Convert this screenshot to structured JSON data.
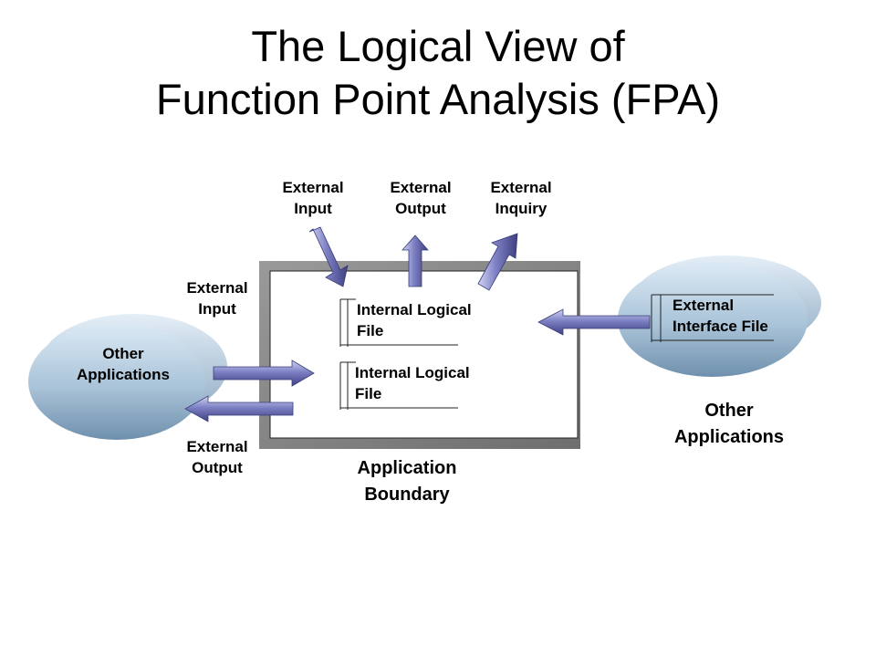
{
  "title": {
    "line1": "The Logical View of",
    "line2": "Function Point Analysis (FPA)"
  },
  "top_labels": {
    "external_input": [
      "External",
      "Input"
    ],
    "external_output": [
      "External",
      "Output"
    ],
    "external_inquiry": [
      "External",
      "Inquiry"
    ]
  },
  "left_labels": {
    "external_input": [
      "External",
      "Input"
    ],
    "external_output": [
      "External",
      "Output"
    ]
  },
  "left_app": {
    "label": [
      "Other",
      "Applications"
    ]
  },
  "right_app": {
    "file_label": [
      "External",
      "Interface File"
    ],
    "caption": [
      "Other",
      "Applications"
    ]
  },
  "boundary": {
    "ilf_1": [
      "Internal Logical",
      "File"
    ],
    "ilf_2": [
      "Internal Logical",
      "File"
    ],
    "caption": [
      "Application",
      "Boundary"
    ]
  },
  "colors": {
    "arrow": "#6b6fb5",
    "arrow_light": "#b9bce6",
    "arrow_dark": "#3f4386",
    "ellipse_light": "#c8dceb",
    "ellipse_dark": "#7596b3",
    "boundary_shadow": "#888888"
  }
}
